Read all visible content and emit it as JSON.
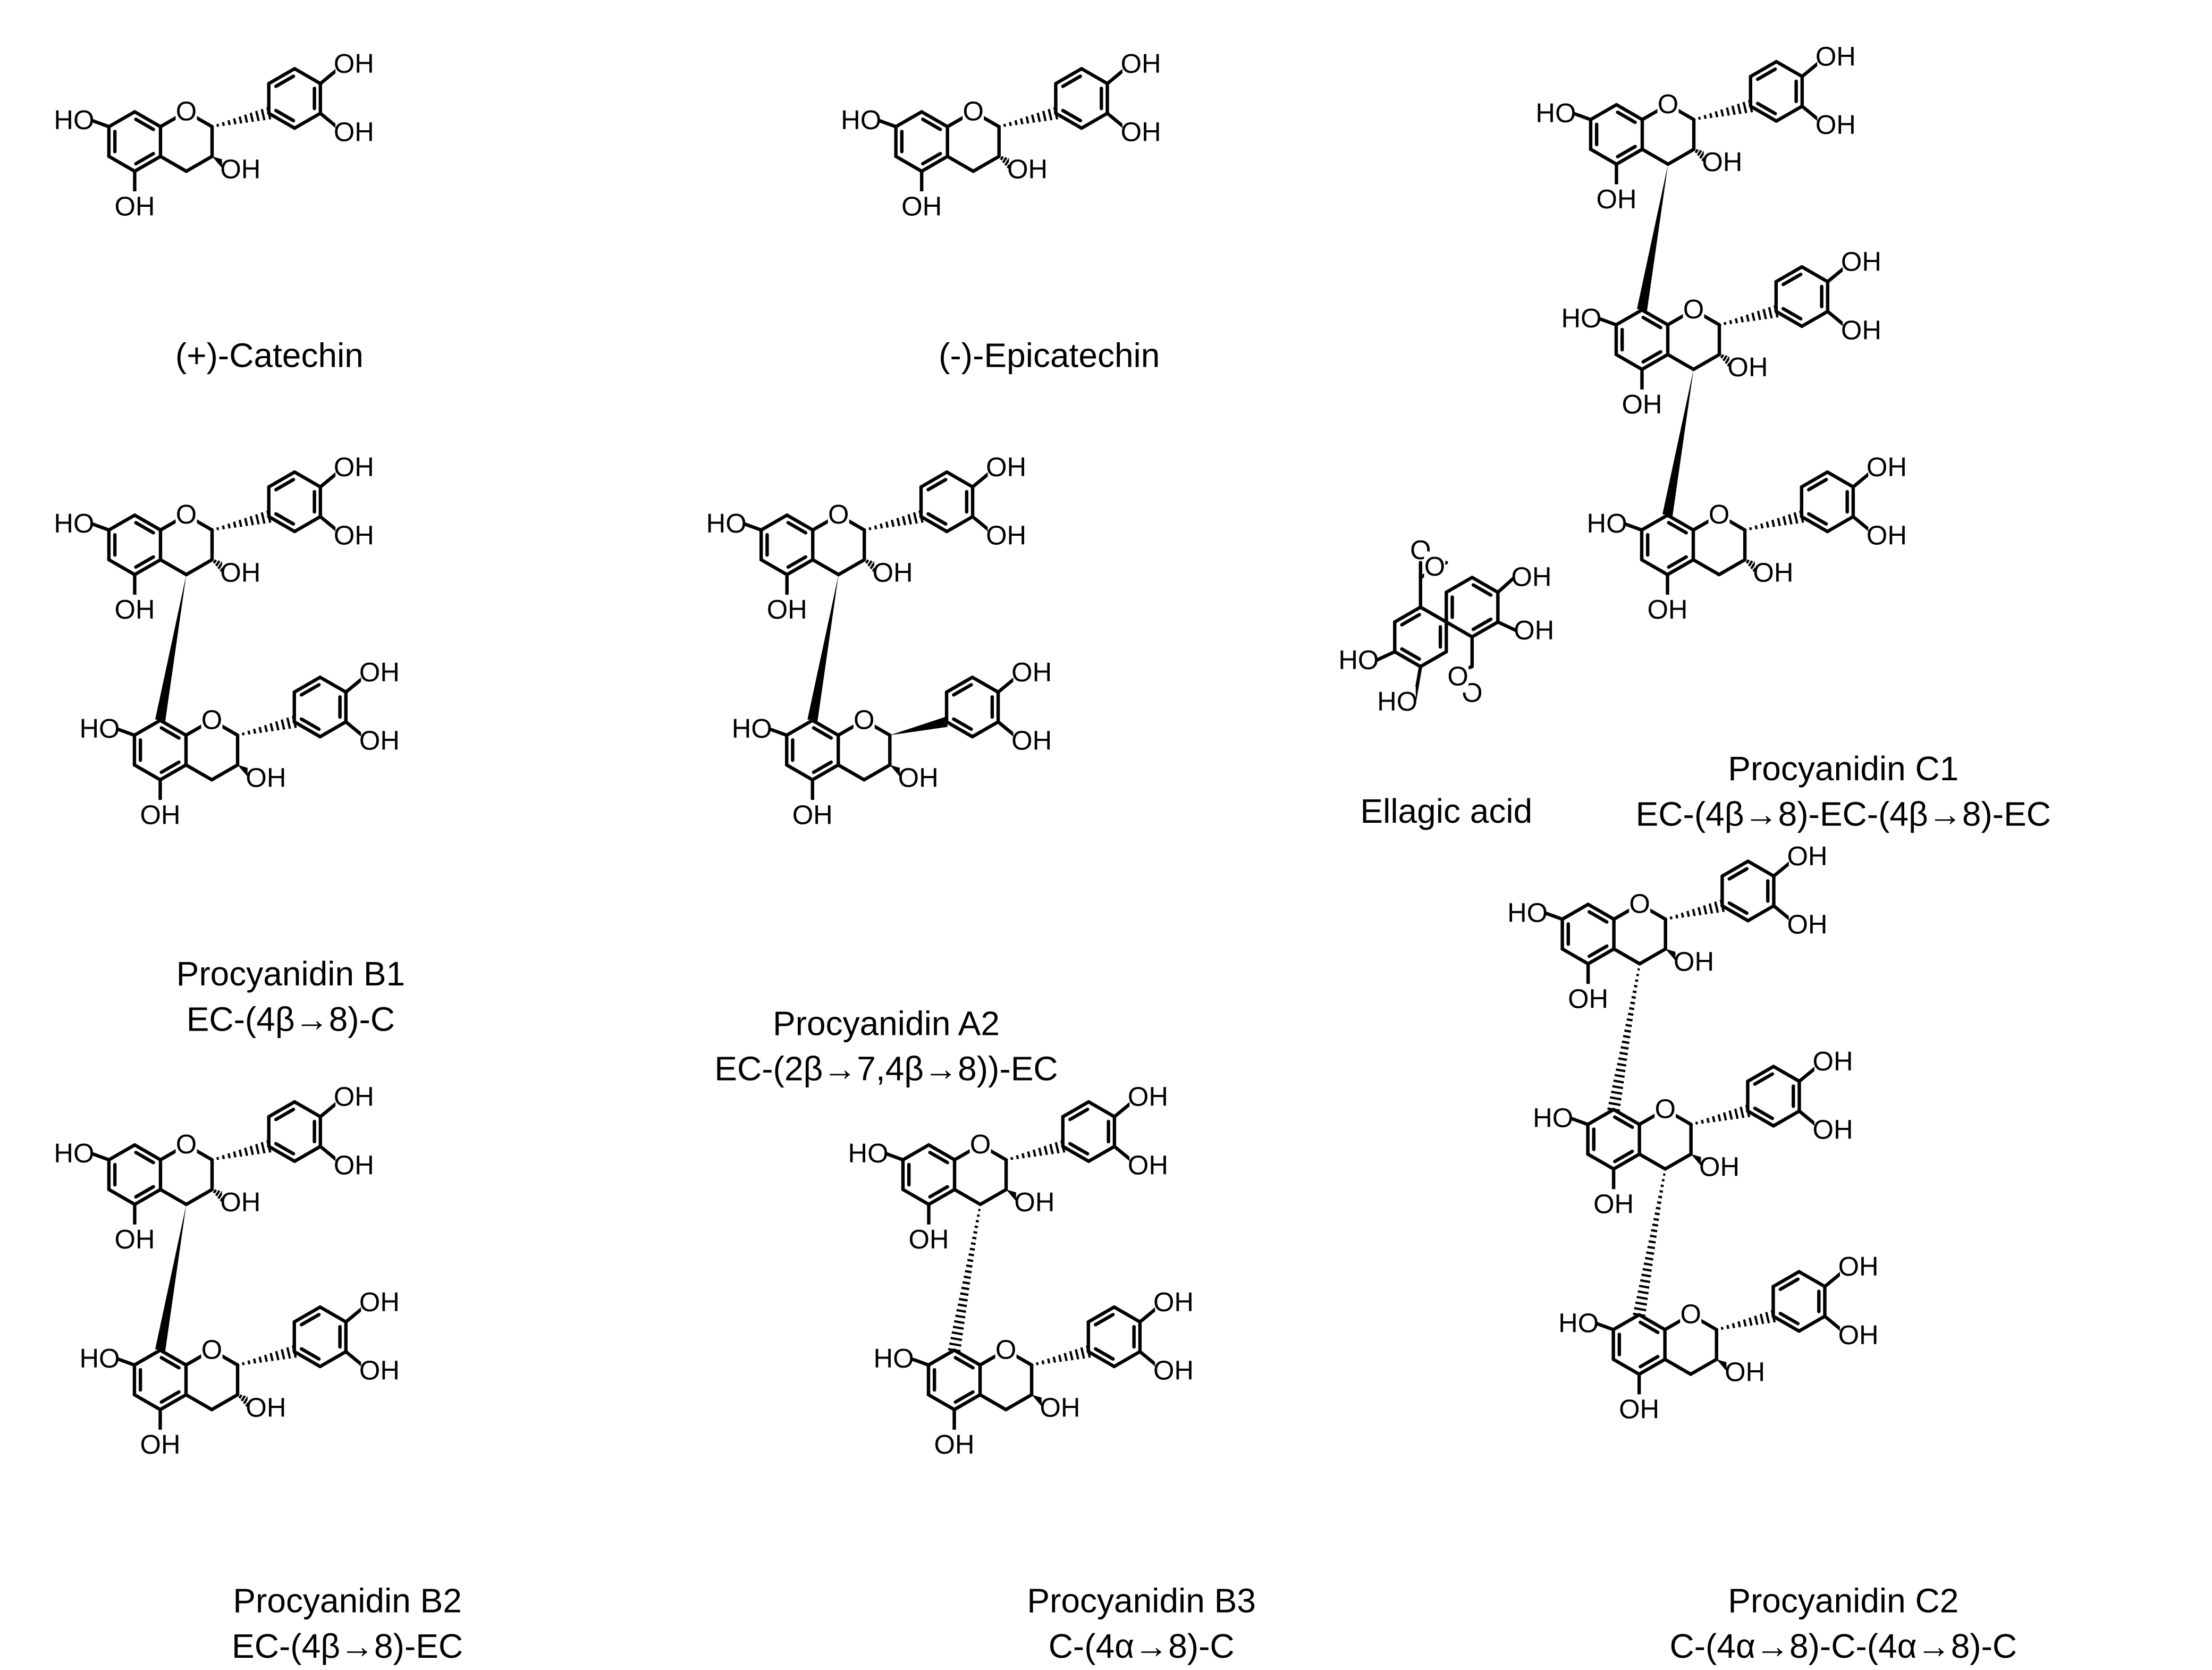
{
  "labels": {
    "hydroxyl": "OH",
    "hydroxyl_left": "HO",
    "ring_oxygen": "O"
  },
  "compounds": [
    {
      "id": "catechin",
      "name": "(+)-Catechin",
      "linkage": ""
    },
    {
      "id": "epicatechin",
      "name": "(-)-Epicatechin",
      "linkage": ""
    },
    {
      "id": "procyanidin-c1",
      "name": "Procyanidin C1",
      "linkage": "EC-(4β→8)-EC-(4β→8)-EC"
    },
    {
      "id": "procyanidin-b1",
      "name": "Procyanidin B1",
      "linkage": "EC-(4β→8)-C"
    },
    {
      "id": "procyanidin-a2",
      "name": "Procyanidin A2",
      "linkage": "EC-(2β→7,4β→8))-EC"
    },
    {
      "id": "ellagic-acid",
      "name": "Ellagic acid",
      "linkage": ""
    },
    {
      "id": "procyanidin-b2",
      "name": "Procyanidin B2",
      "linkage": "EC-(4β→8)-EC"
    },
    {
      "id": "procyanidin-b3",
      "name": "Procyanidin B3",
      "linkage": "C-(4α→8)-C"
    },
    {
      "id": "procyanidin-c2",
      "name": "Procyanidin C2",
      "linkage": "C-(4α→8)-C-(4α→8)-C"
    }
  ]
}
